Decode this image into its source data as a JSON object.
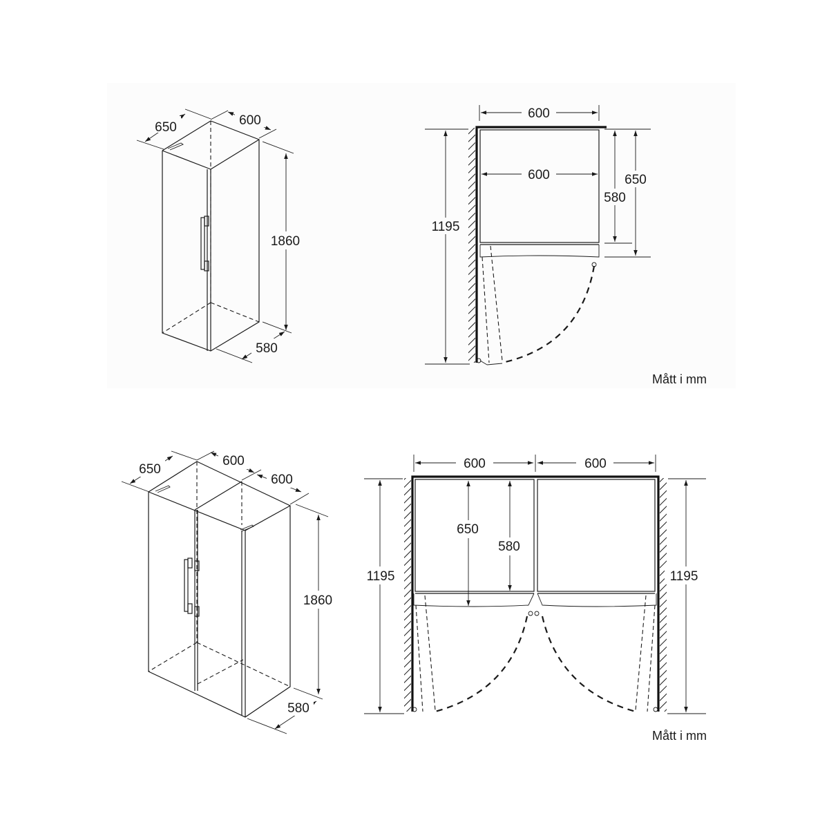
{
  "diagrams": {
    "single": {
      "iso": {
        "depth": "650",
        "width": "600",
        "height": "1860",
        "door_depth": "580"
      },
      "plan": {
        "top_width": "600",
        "inner_width": "600",
        "total_depth": "1195",
        "depth_580": "580",
        "depth_650": "650"
      },
      "caption": "Mått i mm"
    },
    "double": {
      "iso": {
        "depth": "650",
        "width_left": "600",
        "width_right": "600",
        "height": "1860",
        "door_depth": "580"
      },
      "plan": {
        "width_left": "600",
        "width_right": "600",
        "depth_650": "650",
        "depth_580": "580",
        "total_depth_left": "1195",
        "total_depth_right": "1195"
      },
      "caption": "Mått i mm"
    }
  },
  "colors": {
    "line": "#1a1a1a",
    "background": "#ffffff",
    "panel": "#fcfcfc"
  }
}
